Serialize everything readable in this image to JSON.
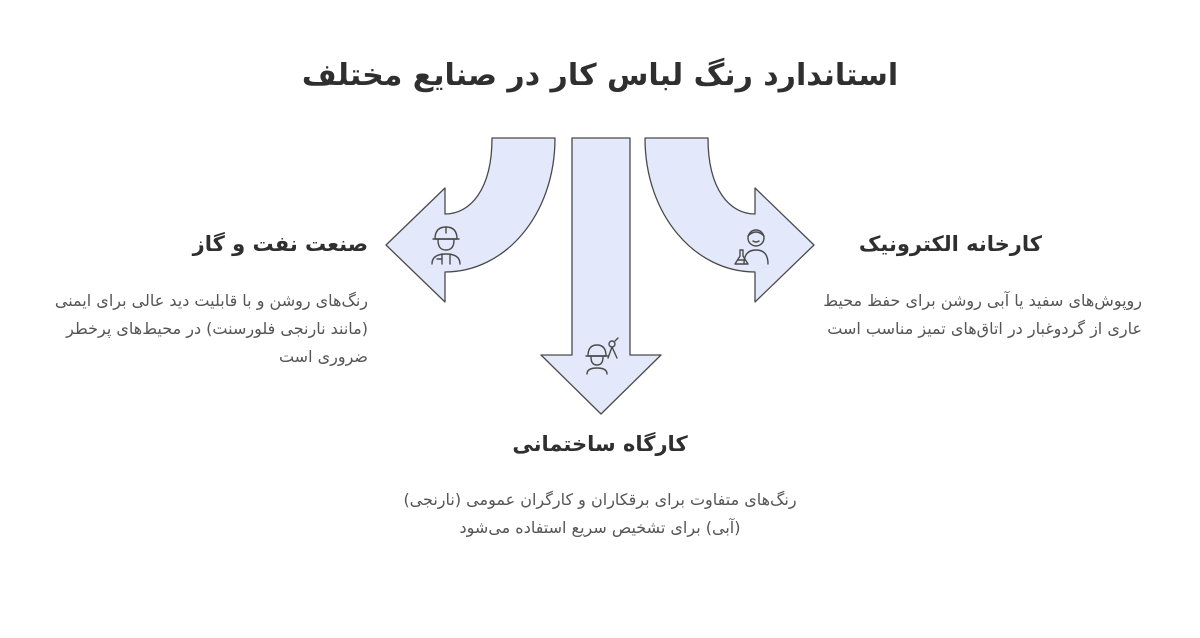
{
  "title": "استاندارد رنگ لباس کار در صنایع مختلف",
  "colors": {
    "arrow_fill": "#e3e9fb",
    "arrow_stroke": "#4a4a4a",
    "text": "#3a3a3a"
  },
  "branches": {
    "left": {
      "heading": "صنعت نفت و گاز",
      "description": "رنگ‌های روشن و با قابلیت دید عالی برای ایمنی (مانند نارنجی فلورسنت) در محیط‌های پرخطر ضروری است",
      "icon": "hard-hat-worker-icon"
    },
    "middle": {
      "heading": "کارگاه ساختمانی",
      "description": "رنگ‌های متفاوت برای برقکاران و کارگران عمومی (نارنجی) (آبی) برای تشخیص سریع استفاده می‌شود",
      "icon": "construction-surveyor-icon"
    },
    "right": {
      "heading": "کارخانه الکترونیک",
      "description": "روپوش‌های سفید یا آبی روشن برای حفظ محیط عاری از گردوغبار در اتاق‌های تمیز مناسب است",
      "icon": "lab-technician-icon"
    }
  }
}
